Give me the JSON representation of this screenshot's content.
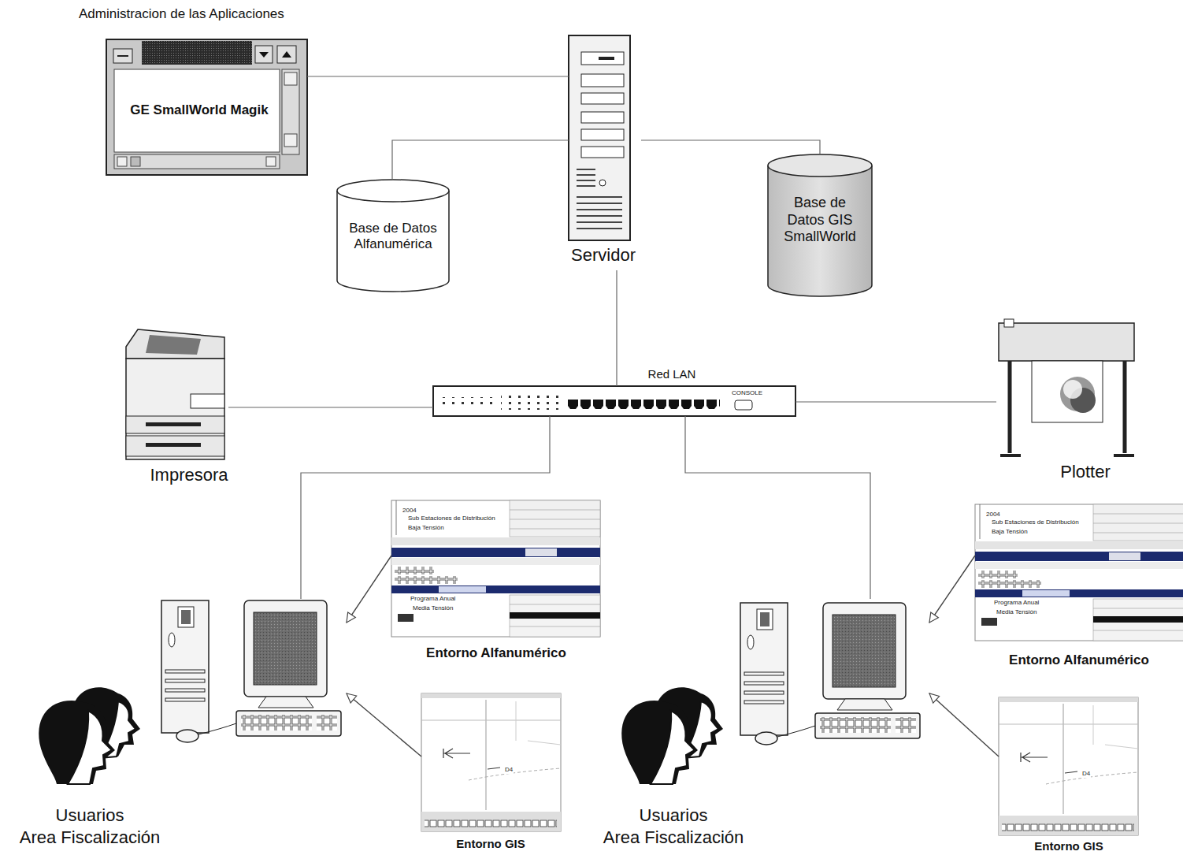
{
  "diagram": {
    "nodes": [
      {
        "text": [
          "Administracion de las Aplicaciones",
          "GE SmallWorld Magik"
        ]
      },
      {
        "text": [
          "Servidor"
        ]
      },
      {
        "text": [
          "Base de Datos Alfanumérica"
        ]
      },
      {
        "text": [
          "Base de Datos GIS SmallWorld"
        ]
      },
      {
        "text": [
          "Red LAN"
        ]
      },
      {
        "text": [
          "Impresora"
        ]
      },
      {
        "text": [
          "Plotter"
        ]
      },
      {
        "text": [
          "Usuarios",
          "Area Fiscalización"
        ]
      },
      {
        "text": [
          "Entorno Alfanumérico"
        ]
      },
      {
        "text": [
          "Entorno GIS"
        ]
      },
      {
        "text": [
          "Usuarios",
          "Area Fiscalización"
        ]
      },
      {
        "text": [
          "Entorno Alfanumérico"
        ]
      },
      {
        "text": [
          "Entorno GIS"
        ]
      }
    ],
    "edges": [
      {
        "from": 0,
        "to": 1,
        "arrow": "none"
      },
      {
        "from": 2,
        "to": 1,
        "arrow": "none"
      },
      {
        "from": 3,
        "to": 1,
        "arrow": "none"
      },
      {
        "from": 1,
        "to": 4,
        "arrow": "none"
      },
      {
        "from": 5,
        "to": 4,
        "arrow": "none"
      },
      {
        "from": 4,
        "to": 6,
        "arrow": "none"
      },
      {
        "from": 4,
        "to": 7,
        "arrow": "none"
      },
      {
        "from": 4,
        "to": 10,
        "arrow": "none"
      },
      {
        "from": 8,
        "to": 7,
        "arrow": "to"
      },
      {
        "from": 9,
        "to": 7,
        "arrow": "to"
      },
      {
        "from": 11,
        "to": 10,
        "arrow": "to"
      },
      {
        "from": 12,
        "to": 10,
        "arrow": "to"
      }
    ],
    "labels": [
      "2004",
      "Sub Estaciones de Distribución",
      "Baja Tensión",
      "Programa Anual",
      "Media Tensión",
      "D4",
      "2004",
      "Sub Estaciones de Distribución",
      "Baja Tensión",
      "Programa Anual",
      "Media Tensión",
      "D4",
      "CONSOLE"
    ]
  }
}
